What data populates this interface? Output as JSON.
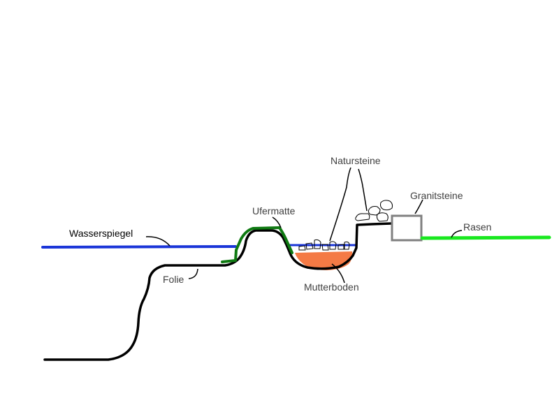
{
  "diagram": {
    "labels": {
      "wasserspiegel": "Wasserspiegel",
      "folie": "Folie",
      "ufermatte": "Ufermatte",
      "natursteine": "Natursteine",
      "granitsteine": "Granitsteine",
      "rasen": "Rasen",
      "mutterboden": "Mutterboden"
    },
    "colors": {
      "background": "#ffffff",
      "folie": "#000000",
      "wasserspiegel": "#1a35d8",
      "ufermatte": "#0f7a12",
      "mutterboden": "#f47a45",
      "granitsteine": "#808080",
      "rasen": "#19e81f",
      "label_text": "#3f3f3f",
      "label_text_dark": "#000000",
      "leader": "#000000"
    }
  }
}
